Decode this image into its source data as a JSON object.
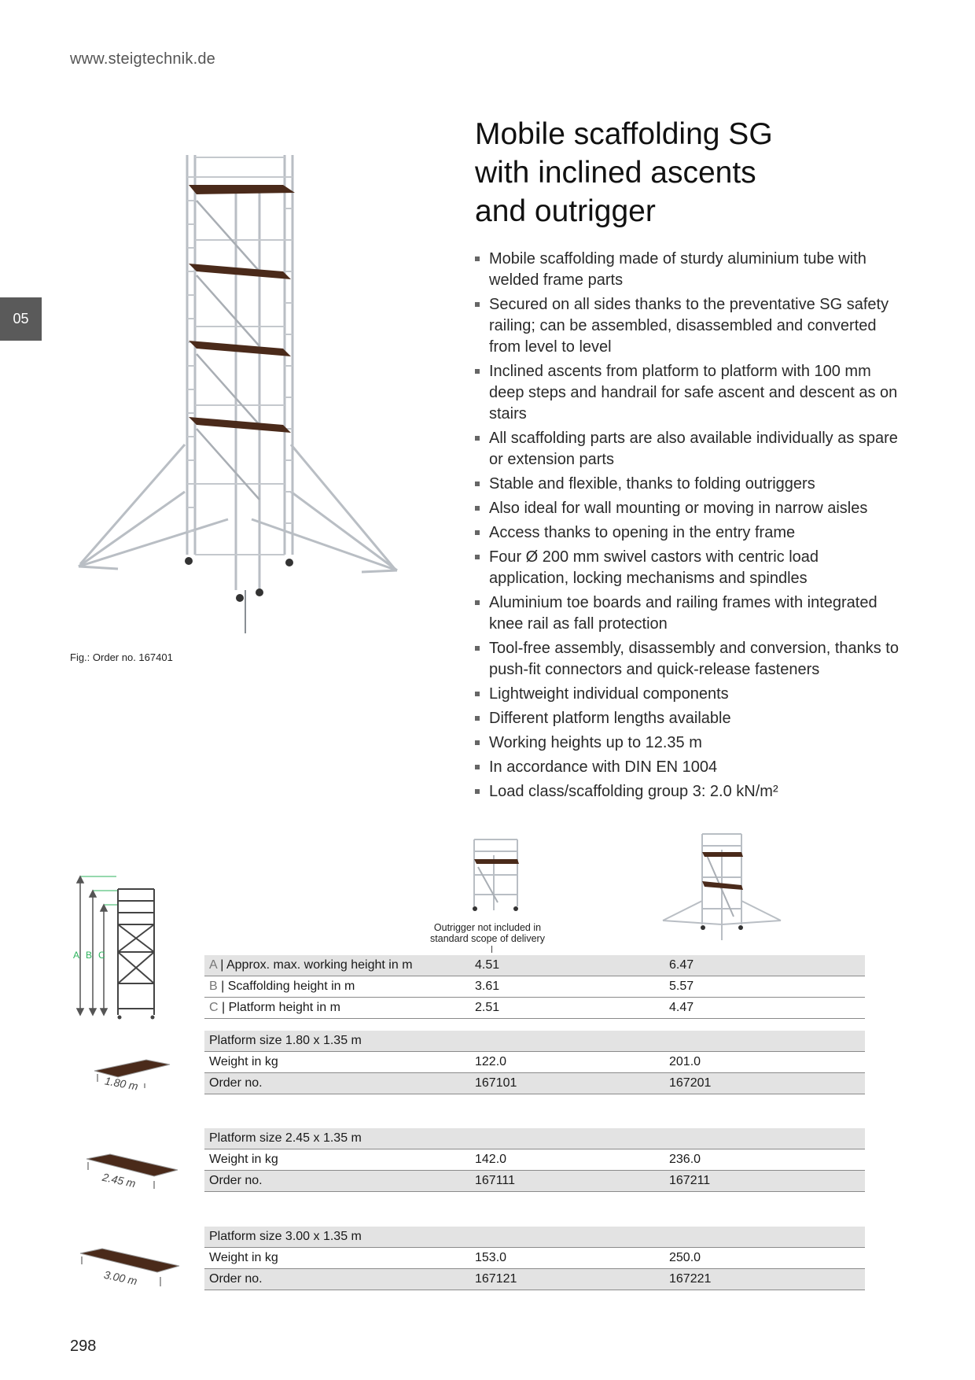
{
  "header": {
    "website": "www.steigtechnik.de"
  },
  "section_tab": "05",
  "title_lines": [
    "Mobile scaffolding SG",
    "with inclined ascents",
    "and outrigger"
  ],
  "features": [
    "Mobile scaffolding made of sturdy aluminium tube with welded frame parts",
    "Secured on all sides thanks to the preventative SG safety railing; can be assembled, disassembled and converted from level to level",
    "Inclined ascents from platform to platform with 100 mm deep steps and handrail for safe ascent and descent as on stairs",
    "All scaffolding parts are also available individually as spare or extension parts",
    "Stable and flexible, thanks to folding outriggers",
    "Also ideal for wall mounting or moving in narrow aisles",
    "Access thanks to opening in the entry frame",
    "Four Ø 200 mm swivel castors with centric load application, locking mechanisms and spindles",
    "Aluminium toe boards and railing frames with integrated knee rail as fall protection",
    "Tool-free assembly, disassembly and conversion, thanks to push-fit connectors and quick-release fasteners",
    "Lightweight individual components",
    "Different platform lengths available",
    "Working heights up to 12.35 m",
    "In accordance with DIN EN 1004",
    "Load class/scaffolding group 3: 2.0 kN/m²"
  ],
  "figure_caption": "Fig.: Order no. 167401",
  "outrigger_note": "Outrigger not included in standard scope of delivery",
  "dimension_letters": [
    "A",
    "B",
    "C"
  ],
  "dimension_rows": [
    {
      "letter": "A",
      "label": "| Approx. max. working height in m",
      "v1": "4.51",
      "v2": "6.47"
    },
    {
      "letter": "B",
      "label": "| Scaffolding height in m",
      "v1": "3.61",
      "v2": "5.57"
    },
    {
      "letter": "C",
      "label": "| Platform height in m",
      "v1": "2.51",
      "v2": "4.47"
    }
  ],
  "platforms": [
    {
      "header": "Platform size 1.80 x 1.35 m",
      "length_label": "1.80 m",
      "weight_label": "Weight in kg",
      "w1": "122.0",
      "w2": "201.0",
      "order_label": "Order no.",
      "o1": "167101",
      "o2": "167201"
    },
    {
      "header": "Platform size 2.45 x 1.35 m",
      "length_label": "2.45 m",
      "weight_label": "Weight in kg",
      "w1": "142.0",
      "w2": "236.0",
      "order_label": "Order no.",
      "o1": "167111",
      "o2": "167211"
    },
    {
      "header": "Platform size 3.00 x 1.35 m",
      "length_label": "3.00 m",
      "weight_label": "Weight in kg",
      "w1": "153.0",
      "w2": "250.0",
      "order_label": "Order no.",
      "o1": "167121",
      "o2": "167221"
    }
  ],
  "page_number": "298",
  "colors": {
    "tab": "#5a5a5a",
    "row_shade": "#e3e3e3",
    "dimension_green": "#2db35d",
    "plank": "#4a2a1a"
  }
}
